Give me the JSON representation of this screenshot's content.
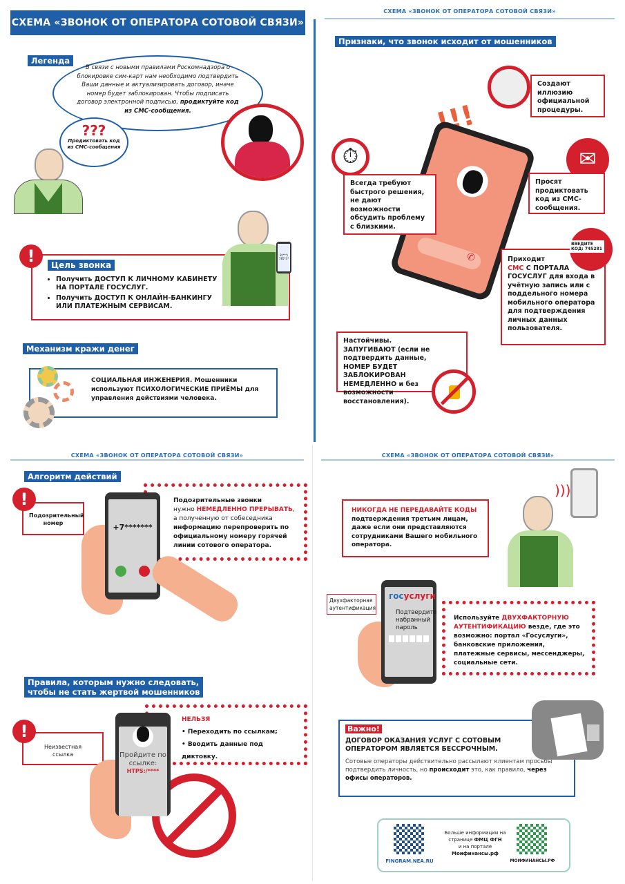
{
  "header": {
    "title": "СХЕМА «ЗВОНОК ОТ ОПЕРАТОРА СОТОВОЙ СВЯЗИ»",
    "small": "СХЕМА «ЗВОНОК ОТ ОПЕРАТОРА СОТОВОЙ СВЯЗИ»"
  },
  "legend": {
    "label": "Легенда",
    "speech": "В связи с новыми правилами Роскомнадзора о блокировке сим-карт нам необходимо подтвердить Ваши данные и актуализировать договор, иначе номер будет заблокирован. Чтобы подписать договор электронной подписью,",
    "speech_bold": "продиктуйте код из СМС-сообщения.",
    "question_marks": "???",
    "victim_thought": "Продиктовать код из СМС-сообщения"
  },
  "goal": {
    "label": "Цель звонка",
    "items": [
      "Получить ДОСТУП К ЛИЧНОМУ КАБИНЕТУ НА ПОРТАЛЕ ГОСУСЛУГ.",
      "Получить ДОСТУП К ОНЛАЙН-БАНКИНГУ ИЛИ ПЛАТЕЖНЫМ СЕРВИСАМ."
    ],
    "phone_text": "8(***) 785*3*"
  },
  "mechanism": {
    "label": "Механизм кражи денег",
    "text": "СОЦИАЛЬНАЯ ИНЖЕНЕРИЯ. Мошенники используют ПСИХОЛОГИЧЕСКИЕ ПРИЁМЫ для управления действиями человека."
  },
  "signs": {
    "label": "Признаки, что звонок исходит от мошенников",
    "exclaim": "!!!",
    "official": "Создают иллюзию официальной процедуры.",
    "urgent": "Всегда требуют быстрого решения, не дают возможности обсудить проблему с близкими.",
    "code": "Просят продиктовать код из СМС-сообщения.",
    "sms_code": "ВВЕДИТЕ КОД: 745281",
    "sms_pre": "Приходит",
    "sms_red": "СМС",
    "sms_rest": "С ПОРТАЛА ГОСУСЛУГ для входа в учётную запись или с поддельного номера мобильного оператора для подтверждения личных данных пользователя.",
    "persistent": "Настойчивы. ЗАПУГИВАЮТ (если не подтвердить данные, НОМЕР БУДЕТ ЗАБЛОКИРОВАН НЕМЕДЛЕННО и без возможности восстановления)."
  },
  "algorithm": {
    "label": "Алгоритм действий",
    "number_label": "Подозрительный номер",
    "number": "+7*******",
    "t1": "Подозрительные звонки",
    "t2a": "нужно ",
    "t2b": "НЕМЕДЛЕННО ПРЕРЫВАТЬ",
    "t2c": ",",
    "t3": "а полученную от собеседника",
    "t4": "информацию перепроверить по официальному номеру горячей линии сотового оператора."
  },
  "rules": {
    "label1": "Правила, которым нужно следовать,",
    "label2": "чтобы не стать жертвой мошенников",
    "link_label": "Неизвестная ссылка",
    "screen1": "Пройдите по ссылке:",
    "screen2": "HTPS:/****",
    "forbid": "НЕЛЬЗЯ",
    "items": [
      "• Переходить по ссылкам;",
      "• Вводить данные под диктовку."
    ]
  },
  "never": {
    "red": "НИКОГДА НЕ ПЕРЕДАВАЙТЕ КОДЫ",
    "rest": "подтверждения третьим лицам, даже если они представляются сотрудниками Вашего мобильного оператора."
  },
  "twofa": {
    "label": "Двухфакторная аутентификация",
    "gos1": "гос",
    "gos2": "услуги",
    "screen": "Подтвердите набранный пароль",
    "t1": "Используйте ",
    "t2": "ДВУХФАКТОРНУЮ АУТЕНТИФИКАЦИЮ",
    "t3": " везде, где это возможно: портал «Госуслуги», банковские приложения, платежные сервисы, мессенджеры, социальные сети."
  },
  "important": {
    "label": "Важно!",
    "bold": "ДОГОВОР ОКАЗАНИЯ УСЛУГ С СОТОВЫМ ОПЕРАТОРОМ ЯВЛЯЕТСЯ БЕССРОЧНЫМ",
    "dot": ".",
    "t1": "Сотовые операторы действительно рассылают клиентам просьбы подтвердить личность, но ",
    "t2": "происходит",
    "t3": " это, как правило, ",
    "t4": "через офисы операторов."
  },
  "footer": {
    "text1": "Больше информации на странице",
    "bold1": "ФМЦ ФГН",
    "text2": "и на портале",
    "bold2": "Моифинансы.рф",
    "left_logo": "FINGRAM.NEA.RU",
    "right_logo": "МОИФИНАНСЫ.РФ"
  },
  "colors": {
    "blue": "#1f5fa8",
    "red": "#d4202c",
    "green": "#3e7d2e"
  }
}
